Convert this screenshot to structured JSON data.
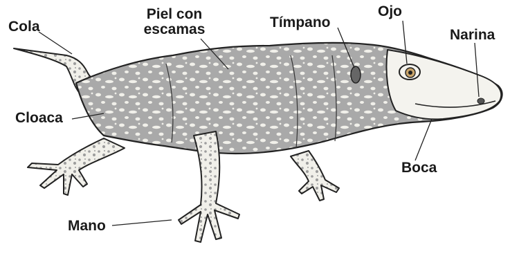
{
  "diagram": {
    "labels": {
      "tail": "Cola",
      "skin_line1": "Piel con",
      "skin_line2": "escamas",
      "eardrum": "Tímpano",
      "eye": "Ojo",
      "nostril": "Narina",
      "cloaca": "Cloaca",
      "mouth": "Boca",
      "hand": "Mano"
    }
  }
}
